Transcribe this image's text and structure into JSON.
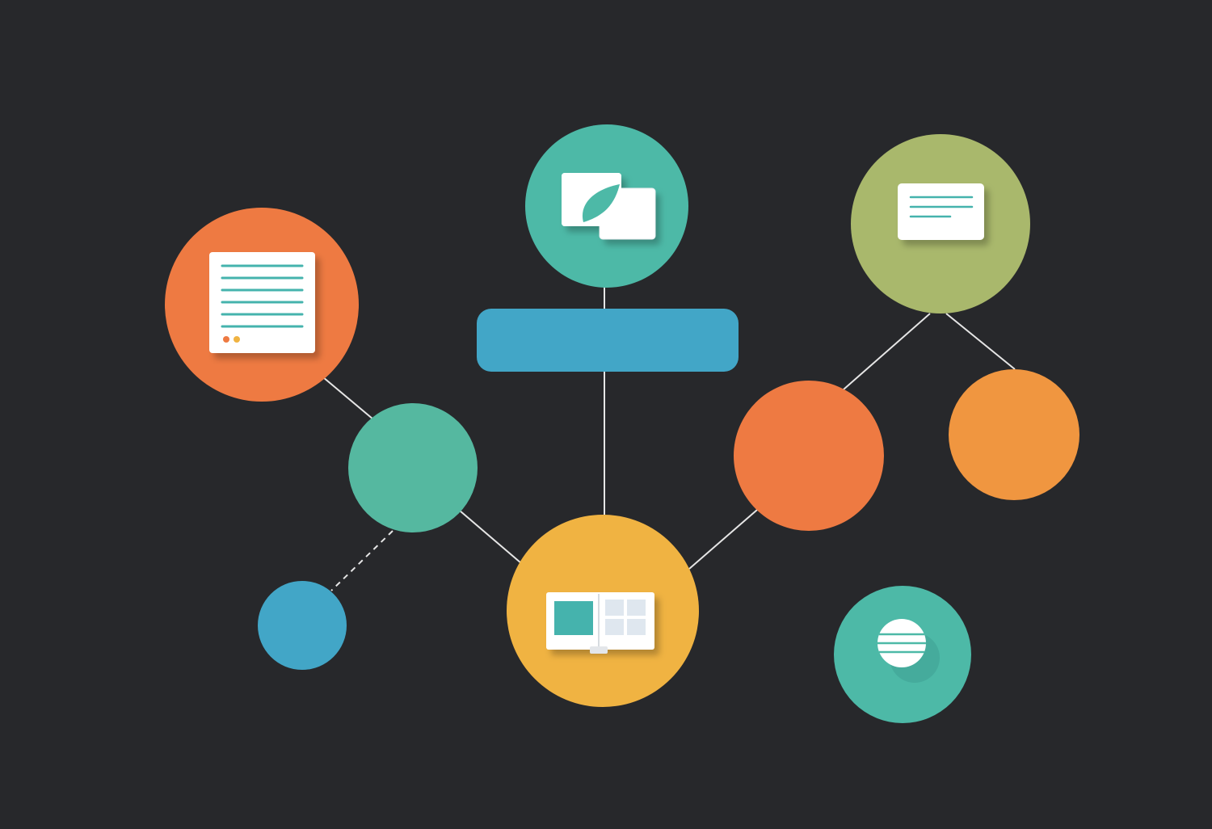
{
  "colors": {
    "background": "#27282b",
    "connector": "#e6e6e6",
    "orange": "#ee7a42",
    "orange_light": "#f09640",
    "teal": "#4db9a7",
    "teal_green": "#55b8a0",
    "olive": "#a9b86c",
    "yellow": "#f0b342",
    "blue": "#42a6c7",
    "card": "#ffffff",
    "card_accent": "#45b3ad"
  },
  "nodes": [
    {
      "id": "document-node",
      "color": "orange",
      "icon": "document-icon"
    },
    {
      "id": "chat-node",
      "color": "teal",
      "icon": "chat-bubbles-icon"
    },
    {
      "id": "message-node",
      "color": "olive",
      "icon": "message-card-icon"
    },
    {
      "id": "hub-node",
      "color": "teal_green",
      "icon": ""
    },
    {
      "id": "book-node",
      "color": "yellow",
      "icon": "open-book-icon"
    },
    {
      "id": "small-blue-node",
      "color": "blue",
      "icon": ""
    },
    {
      "id": "right-orange-node",
      "color": "orange",
      "icon": ""
    },
    {
      "id": "far-right-orange-node",
      "color": "orange_light",
      "icon": ""
    },
    {
      "id": "globe-node",
      "color": "teal",
      "icon": "globe-icon"
    }
  ],
  "bar": {
    "id": "title-bar",
    "color": "blue",
    "label": ""
  },
  "edges": [
    {
      "from": "document-node",
      "to": "hub-node",
      "style": "solid"
    },
    {
      "from": "hub-node",
      "to": "book-node",
      "style": "solid"
    },
    {
      "from": "hub-node",
      "to": "small-blue-node",
      "style": "dashed"
    },
    {
      "from": "chat-node",
      "to": "title-bar",
      "style": "solid"
    },
    {
      "from": "title-bar",
      "to": "book-node",
      "style": "solid"
    },
    {
      "from": "book-node",
      "to": "right-orange-node",
      "style": "solid"
    },
    {
      "from": "right-orange-node",
      "to": "message-node",
      "style": "solid"
    },
    {
      "from": "message-node",
      "to": "far-right-orange-node",
      "style": "solid"
    }
  ]
}
